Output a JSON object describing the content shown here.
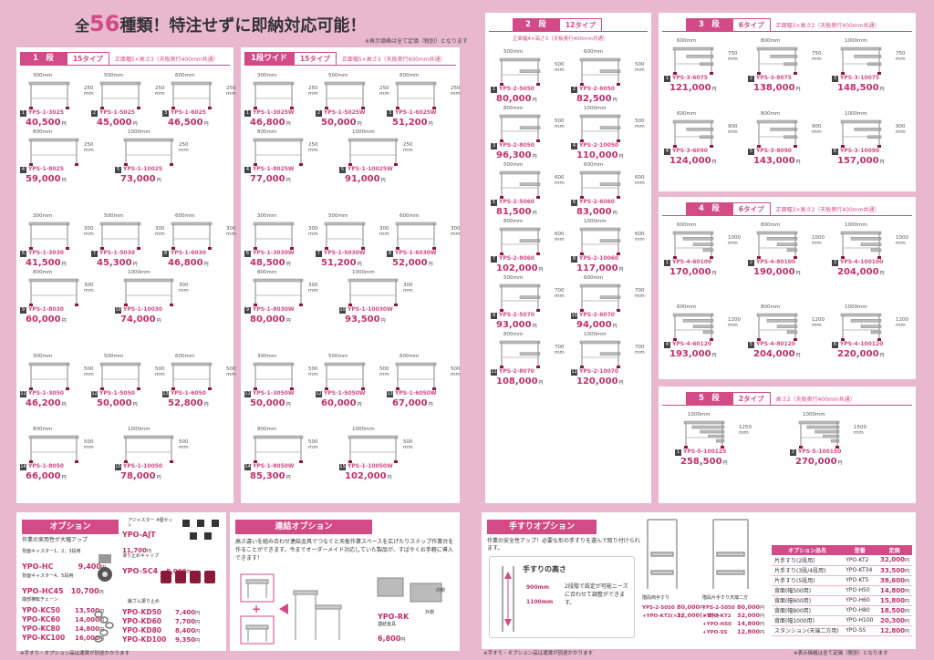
{
  "header": {
    "pre": "全",
    "num": "56",
    "post": "種類！特注せずに即納対応可能！",
    "note": "※表示価格は全て定価（税別）となります"
  },
  "colors": {
    "accent": "#d24a86",
    "price": "#c0306b",
    "bg": "#e9b8cf"
  },
  "sections": {
    "s1": {
      "name": "1　段",
      "type": "15タイプ",
      "note": "正面幅5×高さ3（天板奥行400mm共通）",
      "items": [
        {
          "n": "1",
          "code": "YPS-1-3025",
          "price": "40,500",
          "w": "300mm",
          "h": "250 mm"
        },
        {
          "n": "2",
          "code": "YPS-1-5025",
          "price": "45,000",
          "w": "500mm",
          "h": "250 mm"
        },
        {
          "n": "3",
          "code": "YPS-1-6025",
          "price": "46,500",
          "w": "600mm",
          "h": "250 mm"
        },
        {
          "n": "4",
          "code": "YPS-1-8025",
          "price": "59,000",
          "w": "800mm",
          "h": "250 mm"
        },
        {
          "n": "5",
          "code": "YPS-1-10025",
          "price": "73,000",
          "w": "1000mm",
          "h": "250 mm"
        },
        {
          "n": "6",
          "code": "YPS-1-3030",
          "price": "41,500",
          "w": "300mm",
          "h": "300 mm"
        },
        {
          "n": "7",
          "code": "YPS-1-5030",
          "price": "45,300",
          "w": "500mm",
          "h": "300 mm"
        },
        {
          "n": "8",
          "code": "YPS-1-6030",
          "price": "46,800",
          "w": "600mm",
          "h": "300 mm"
        },
        {
          "n": "9",
          "code": "YPS-1-8030",
          "price": "60,000",
          "w": "800mm",
          "h": "300 mm"
        },
        {
          "n": "10",
          "code": "YPS-1-10030",
          "price": "74,000",
          "w": "1000mm",
          "h": "300 mm"
        },
        {
          "n": "11",
          "code": "YPS-1-3050",
          "price": "46,200",
          "w": "300mm",
          "h": "500 mm"
        },
        {
          "n": "12",
          "code": "YPS-1-5050",
          "price": "50,000",
          "w": "500mm",
          "h": "500 mm"
        },
        {
          "n": "13",
          "code": "YPS-1-6050",
          "price": "52,800",
          "w": "600mm",
          "h": "500 mm"
        },
        {
          "n": "14",
          "code": "YPS-1-8050",
          "price": "66,000",
          "w": "800mm",
          "h": "500 mm"
        },
        {
          "n": "15",
          "code": "YPS-1-10050",
          "price": "78,000",
          "w": "1000mm",
          "h": "500 mm"
        }
      ]
    },
    "sw": {
      "name": "1段ワイド",
      "type": "15タイプ",
      "note": "正面幅5×高さ3（天板奥行600mm共通）",
      "items": [
        {
          "n": "1",
          "code": "YPS-1-3025W",
          "price": "46,800",
          "w": "300mm",
          "h": "250 mm"
        },
        {
          "n": "2",
          "code": "YPS-1-5025W",
          "price": "50,000",
          "w": "500mm",
          "h": "250 mm"
        },
        {
          "n": "3",
          "code": "YPS-1-6025W",
          "price": "51,200",
          "w": "600mm",
          "h": "250 mm"
        },
        {
          "n": "4",
          "code": "YPS-1-8025W",
          "price": "77,000",
          "w": "800mm",
          "h": "250 mm"
        },
        {
          "n": "5",
          "code": "YPS-1-10025W",
          "price": "91,000",
          "w": "1000mm",
          "h": "250 mm"
        },
        {
          "n": "6",
          "code": "YPS-1-3030W",
          "price": "48,500",
          "w": "300mm",
          "h": "300 mm"
        },
        {
          "n": "7",
          "code": "YPS-1-5030W",
          "price": "51,200",
          "w": "500mm",
          "h": "300 mm"
        },
        {
          "n": "8",
          "code": "YPS-1-6030W",
          "price": "52,000",
          "w": "600mm",
          "h": "300 mm"
        },
        {
          "n": "9",
          "code": "YPS-1-8030W",
          "price": "80,000",
          "w": "800mm",
          "h": "300 mm"
        },
        {
          "n": "10",
          "code": "YPS-1-10030W",
          "price": "93,500",
          "w": "1000mm",
          "h": "300 mm"
        },
        {
          "n": "11",
          "code": "YPS-1-3050W",
          "price": "50,000",
          "w": "300mm",
          "h": "500 mm"
        },
        {
          "n": "12",
          "code": "YPS-1-5050W",
          "price": "60,000",
          "w": "500mm",
          "h": "500 mm"
        },
        {
          "n": "13",
          "code": "YPS-1-6050W",
          "price": "67,000",
          "w": "600mm",
          "h": "500 mm"
        },
        {
          "n": "14",
          "code": "YPS-1-8050W",
          "price": "85,300",
          "w": "800mm",
          "h": "500 mm"
        },
        {
          "n": "15",
          "code": "YPS-1-10050W",
          "price": "102,000",
          "w": "1000mm",
          "h": "500 mm"
        }
      ]
    },
    "s2": {
      "name": "2　段",
      "type": "12タイプ",
      "note": "正面幅4×高さ3（天板奥行400mm共通）",
      "items": [
        {
          "n": "1",
          "code": "YPS-2-5050",
          "price": "80,000",
          "w": "500mm",
          "h": "500 mm"
        },
        {
          "n": "2",
          "code": "YPS-2-6050",
          "price": "82,500",
          "w": "600mm",
          "h": "500 mm"
        },
        {
          "n": "3",
          "code": "YPS-2-8050",
          "price": "96,300",
          "w": "800mm",
          "h": "500 mm"
        },
        {
          "n": "4",
          "code": "YPS-2-10050",
          "price": "110,000",
          "w": "1000mm",
          "h": "500 mm"
        },
        {
          "n": "5",
          "code": "YPS-2-5060",
          "price": "81,500",
          "w": "500mm",
          "h": "600 mm"
        },
        {
          "n": "6",
          "code": "YPS-2-6060",
          "price": "83,000",
          "w": "600mm",
          "h": "600 mm"
        },
        {
          "n": "7",
          "code": "YPS-2-8060",
          "price": "102,000",
          "w": "800mm",
          "h": "600 mm"
        },
        {
          "n": "8",
          "code": "YPS-2-10060",
          "price": "117,000",
          "w": "1000mm",
          "h": "600 mm"
        },
        {
          "n": "9",
          "code": "YPS-2-5070",
          "price": "93,000",
          "w": "500mm",
          "h": "700 mm"
        },
        {
          "n": "10",
          "code": "YPS-2-6070",
          "price": "94,000",
          "w": "600mm",
          "h": "700 mm"
        },
        {
          "n": "11",
          "code": "YPS-2-8070",
          "price": "108,000",
          "w": "800mm",
          "h": "700 mm"
        },
        {
          "n": "12",
          "code": "YPS-2-10070",
          "price": "120,000",
          "w": "1000mm",
          "h": "700 mm"
        }
      ]
    },
    "s3": {
      "name": "3　段",
      "type": "6タイプ",
      "note": "正面幅3×高さ2（天板奥行400mm共通）",
      "items": [
        {
          "n": "1",
          "code": "YPS-3-6075",
          "price": "121,000",
          "w": "600mm",
          "h": "750 mm"
        },
        {
          "n": "2",
          "code": "YPS-3-8075",
          "price": "138,000",
          "w": "800mm",
          "h": "750 mm"
        },
        {
          "n": "3",
          "code": "YPS-3-10075",
          "price": "148,500",
          "w": "1000mm",
          "h": "750 mm"
        },
        {
          "n": "4",
          "code": "YPS-3-6090",
          "price": "124,000",
          "w": "600mm",
          "h": "900 mm"
        },
        {
          "n": "5",
          "code": "YPS-3-8090",
          "price": "143,000",
          "w": "800mm",
          "h": "900 mm"
        },
        {
          "n": "6",
          "code": "YPS-3-10090",
          "price": "157,000",
          "w": "1000mm",
          "h": "900 mm"
        }
      ]
    },
    "s4": {
      "name": "4　段",
      "type": "6タイプ",
      "note": "正面幅3×高さ2（天板奥行400mm共通）",
      "items": [
        {
          "n": "1",
          "code": "YPS-4-60100",
          "price": "170,000",
          "w": "600mm",
          "h": "1000 mm"
        },
        {
          "n": "2",
          "code": "YPS-4-80100",
          "price": "190,000",
          "w": "800mm",
          "h": "1000 mm"
        },
        {
          "n": "3",
          "code": "YPS-4-100100",
          "price": "204,000",
          "w": "1000mm",
          "h": "1000 mm"
        },
        {
          "n": "4",
          "code": "YPS-4-60120",
          "price": "193,000",
          "w": "600mm",
          "h": "1200 mm"
        },
        {
          "n": "5",
          "code": "YPS-4-80120",
          "price": "204,000",
          "w": "800mm",
          "h": "1200 mm"
        },
        {
          "n": "6",
          "code": "YPS-4-100120",
          "price": "220,000",
          "w": "1000mm",
          "h": "1200 mm"
        }
      ]
    },
    "s5": {
      "name": "5　段",
      "type": "2タイプ",
      "note": "高さ2（天板奥行400mm共通）",
      "items": [
        {
          "n": "1",
          "code": "YPS-5-100125",
          "price": "258,500",
          "w": "1000mm",
          "h": "1250 mm"
        },
        {
          "n": "2",
          "code": "YPS-5-100150",
          "price": "270,000",
          "w": "1000mm",
          "h": "1500 mm"
        }
      ]
    }
  },
  "options": {
    "title": "オプション",
    "caster_title": "作業の実用性が大幅アップ",
    "c1_label": "背面キャスター1、2、3段用",
    "c1_code": "YPO-HC",
    "c1_price": "9,400",
    "c2_label": "背面キャスター4、5段用",
    "c2_code": "YPO-HC45",
    "c2_price": "10,700",
    "chain_label": "端部横転チェーン",
    "chains": [
      {
        "code": "YPO-KC50",
        "price": "13,500"
      },
      {
        "code": "YPO-KC60",
        "price": "14,000"
      },
      {
        "code": "YPO-KC80",
        "price": "14,800"
      },
      {
        "code": "YPO-KC100",
        "price": "16,000"
      }
    ],
    "adj_label": "アジャスター 4個セット",
    "adj_code": "YPO-AJT",
    "adj_price": "11,700",
    "cap_label": "滑り止めキャップ",
    "cap_code": "YPO-SC4",
    "cap_price": "5,000",
    "kd_label": "蹴ざん振り止め",
    "kds": [
      {
        "code": "YPO-KD50",
        "price": "7,400"
      },
      {
        "code": "YPO-KD60",
        "price": "7,700"
      },
      {
        "code": "YPO-KD80",
        "price": "8,400"
      },
      {
        "code": "YPO-KD100",
        "price": "9,350"
      }
    ],
    "yen": "円",
    "foot": "※手すり・オプション品は運賃が別途かかります"
  },
  "connect": {
    "title": "連結オプション",
    "desc": "高さ違いを組み合わせ連結金具でつなぐと天板作業スペースを広げたりステップ作業台を作ることができます。今までオーダーメイド対応していた製品が、すばやくお手軽に導入できます！",
    "inner": "内側",
    "outer": "外側",
    "code": "YPO-RK",
    "label": "連結金具",
    "price": "6,800"
  },
  "rail": {
    "title": "手すりオプション",
    "desc": "作業の安全性アップ！必要な形の手すりを選んで取り付けられます。",
    "height_title": "手すりの高さ",
    "h1": "900mm",
    "h2": "1100mm",
    "h_desc": "2段階で設定が可能ニーズに合わせて調整ができます。",
    "ex1_label": "階段両手すり",
    "ex1_lines": [
      {
        "code": "YPS-2-5050",
        "price": "80,000"
      },
      {
        "code": "+YPO-KT2(×2)",
        "price": "32,000(×2)"
      }
    ],
    "ex2_label": "階段片手すり天端二方",
    "ex2_lines": [
      {
        "code": "YPS-2-5050",
        "price": "80,000"
      },
      {
        "code": "+YPO-KT2",
        "price": "32,000"
      },
      {
        "code": "+YPO-H50",
        "price": "14,800"
      },
      {
        "code": "+YPO-SS",
        "price": "12,800"
      }
    ],
    "table_headers": [
      "オプション品名",
      "型番",
      "定価"
    ],
    "table_rows": [
      [
        "片手すり(2段用)",
        "YPO-KT2",
        "32,000"
      ],
      [
        "片手すり(3段/4段用)",
        "YPO-KT34",
        "33,500"
      ],
      [
        "片手すり(5段用)",
        "YPO-KT5",
        "38,600"
      ],
      [
        "背面(幅500用)",
        "YPO-H50",
        "14,800"
      ],
      [
        "背面(幅600用)",
        "YPO-H60",
        "15,800"
      ],
      [
        "背面(幅800用)",
        "YPO-H80",
        "18,500"
      ],
      [
        "背面(幅1000用)",
        "YPO-H100",
        "20,300"
      ],
      [
        "スタンション(天端二方用)",
        "YPO-SS",
        "12,800"
      ]
    ],
    "foot_left": "※手すり・オプション品は運賃が別途かかります",
    "foot_right": "※表示価格は全て定価（税別）となります"
  }
}
